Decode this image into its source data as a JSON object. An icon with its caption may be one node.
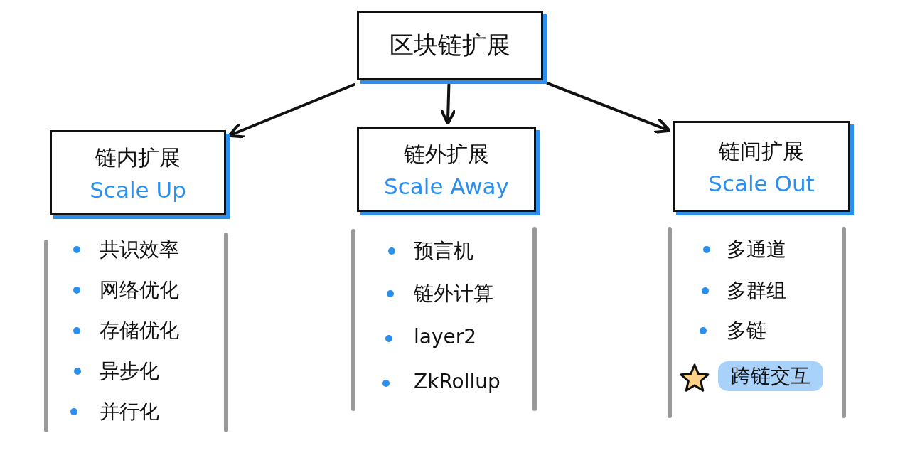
{
  "diagram": {
    "nodes": [
      {
        "text": [
          "区块链扩展"
        ]
      },
      {
        "text": [
          "链内扩展",
          "Scale Up"
        ]
      },
      {
        "text": [
          "链外扩展",
          "Scale Away"
        ]
      },
      {
        "text": [
          "链间扩展",
          "Scale Out"
        ]
      },
      {
        "text": [
          "跨链交互"
        ]
      }
    ],
    "edges": [
      {
        "from": 0,
        "to": 1,
        "arrow": "to"
      },
      {
        "from": 0,
        "to": 2,
        "arrow": "to"
      },
      {
        "from": 0,
        "to": 3,
        "arrow": "to"
      }
    ],
    "labels": [
      "共识效率",
      "网络优化",
      "存储优化",
      "异步化",
      "并行化",
      "预言机",
      "链外计算",
      "layer2",
      "ZkRollup",
      "多通道",
      "多群组",
      "多链"
    ]
  }
}
